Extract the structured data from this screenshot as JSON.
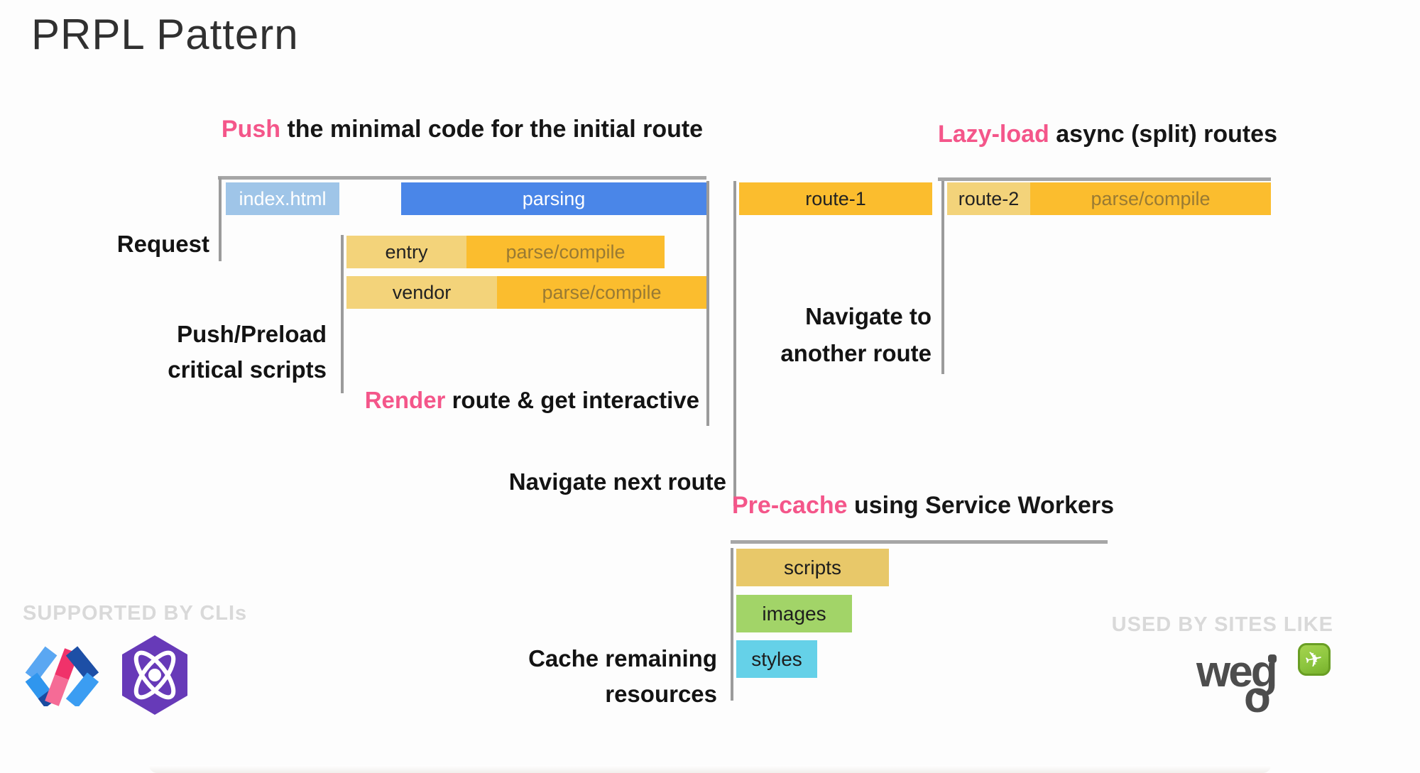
{
  "title": "PRPL Pattern",
  "sections": {
    "push": {
      "highlight": "Push",
      "rest": " the minimal code for the initial route"
    },
    "lazy": {
      "highlight": "Lazy-load",
      "rest": " async (split) routes"
    },
    "precache": {
      "highlight": "Pre-cache",
      "rest": " using Service Workers"
    },
    "render": {
      "highlight": "Render",
      "rest": " route & get interactive"
    }
  },
  "labels": {
    "request": "Request",
    "push_preload_line1": "Push/Preload",
    "push_preload_line2": "critical scripts",
    "navigate_next": "Navigate next route",
    "navigate_another_line1": "Navigate to",
    "navigate_another_line2": "another route",
    "cache_line1": "Cache remaining",
    "cache_line2": "resources"
  },
  "bars": {
    "index_html": "index.html",
    "parsing": "parsing",
    "entry": "entry",
    "vendor": "vendor",
    "parse_compile": "parse/compile",
    "route1": "route-1",
    "route2": "route-2",
    "scripts": "scripts",
    "images": "images",
    "styles": "styles"
  },
  "footer": {
    "supported": "SUPPORTED BY CLIs",
    "used": "USED BY SITES LIKE",
    "wego_weg": "weg",
    "wego_o": "o",
    "plane_icon": "✈"
  },
  "colors": {
    "accent_pink": "#f4568a",
    "light_blue": "#9fc5e8",
    "blue": "#4a86e8",
    "light_amber": "#f3d37a",
    "amber": "#fbbd2e",
    "scripts_tan": "#e8c869",
    "images_green": "#a2d468",
    "styles_cyan": "#65d1e8",
    "line_gray": "#9b9b9b",
    "footer_gray": "#d9d9d9",
    "wego_green": "#8dc63f"
  }
}
